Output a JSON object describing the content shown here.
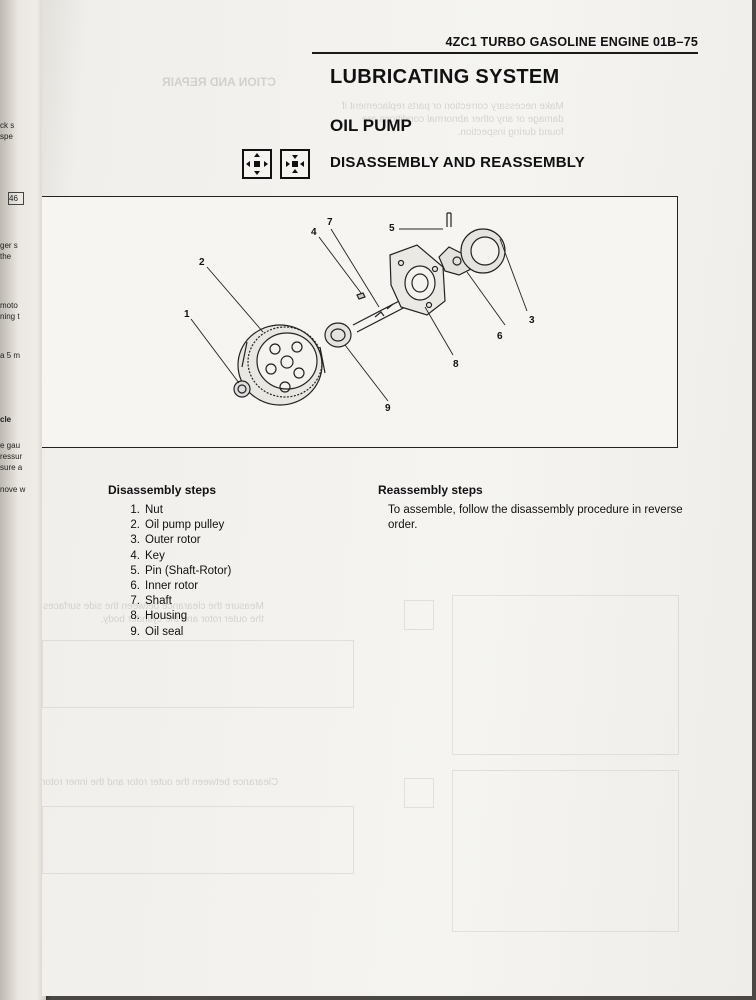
{
  "header": {
    "running_title": "4ZC1 TURBO GASOLINE ENGINE 01B–75"
  },
  "page": {
    "title": "LUBRICATING SYSTEM",
    "subtitle": "OIL PUMP",
    "section": "DISASSEMBLY AND REASSEMBLY",
    "icons": [
      "disassemble-icon",
      "reassemble-icon"
    ]
  },
  "figure": {
    "callouts": [
      "1",
      "2",
      "3",
      "4",
      "5",
      "6",
      "7",
      "8",
      "9"
    ]
  },
  "disassembly": {
    "heading": "Disassembly steps",
    "steps": [
      {
        "num": "1.",
        "label": "Nut"
      },
      {
        "num": "2.",
        "label": "Oil pump pulley"
      },
      {
        "num": "3.",
        "label": "Outer rotor"
      },
      {
        "num": "4.",
        "label": "Key"
      },
      {
        "num": "5.",
        "label": "Pin (Shaft-Rotor)"
      },
      {
        "num": "6.",
        "label": "Inner rotor"
      },
      {
        "num": "7.",
        "label": "Shaft"
      },
      {
        "num": "8.",
        "label": "Housing"
      },
      {
        "num": "9.",
        "label": "Oil seal"
      }
    ]
  },
  "reassembly": {
    "heading": "Reassembly steps",
    "text": "To assemble, follow the disassembly procedure in reverse order."
  },
  "colors": {
    "paper": "#f5f4f0",
    "ink": "#111111",
    "backdrop": "#4a4744"
  }
}
